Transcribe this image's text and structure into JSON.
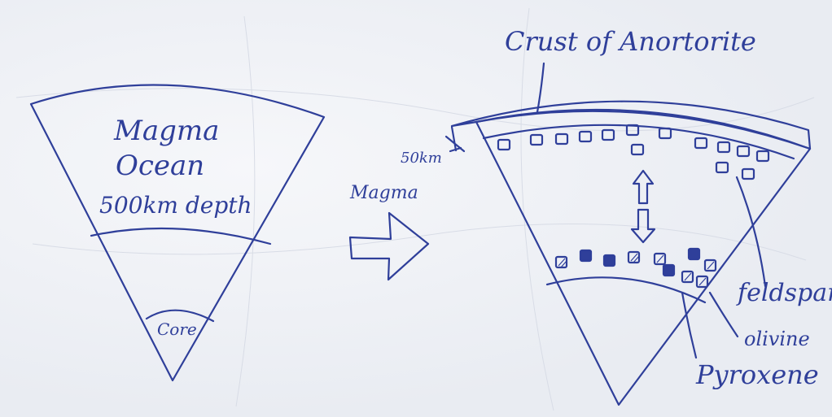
{
  "colors": {
    "ink": "#2f3f9a",
    "paper": "#eceff4"
  },
  "left_wedge": {
    "title_line1": "Magma",
    "title_line2": "Ocean",
    "depth": "500km depth",
    "core": "Core"
  },
  "arrow": {
    "label": "Magma"
  },
  "right_wedge": {
    "crust_label": "Crust of Anortorite",
    "thickness": "50km",
    "mineral_labels": [
      "feldspar",
      "olivine",
      "Pyroxene"
    ]
  }
}
